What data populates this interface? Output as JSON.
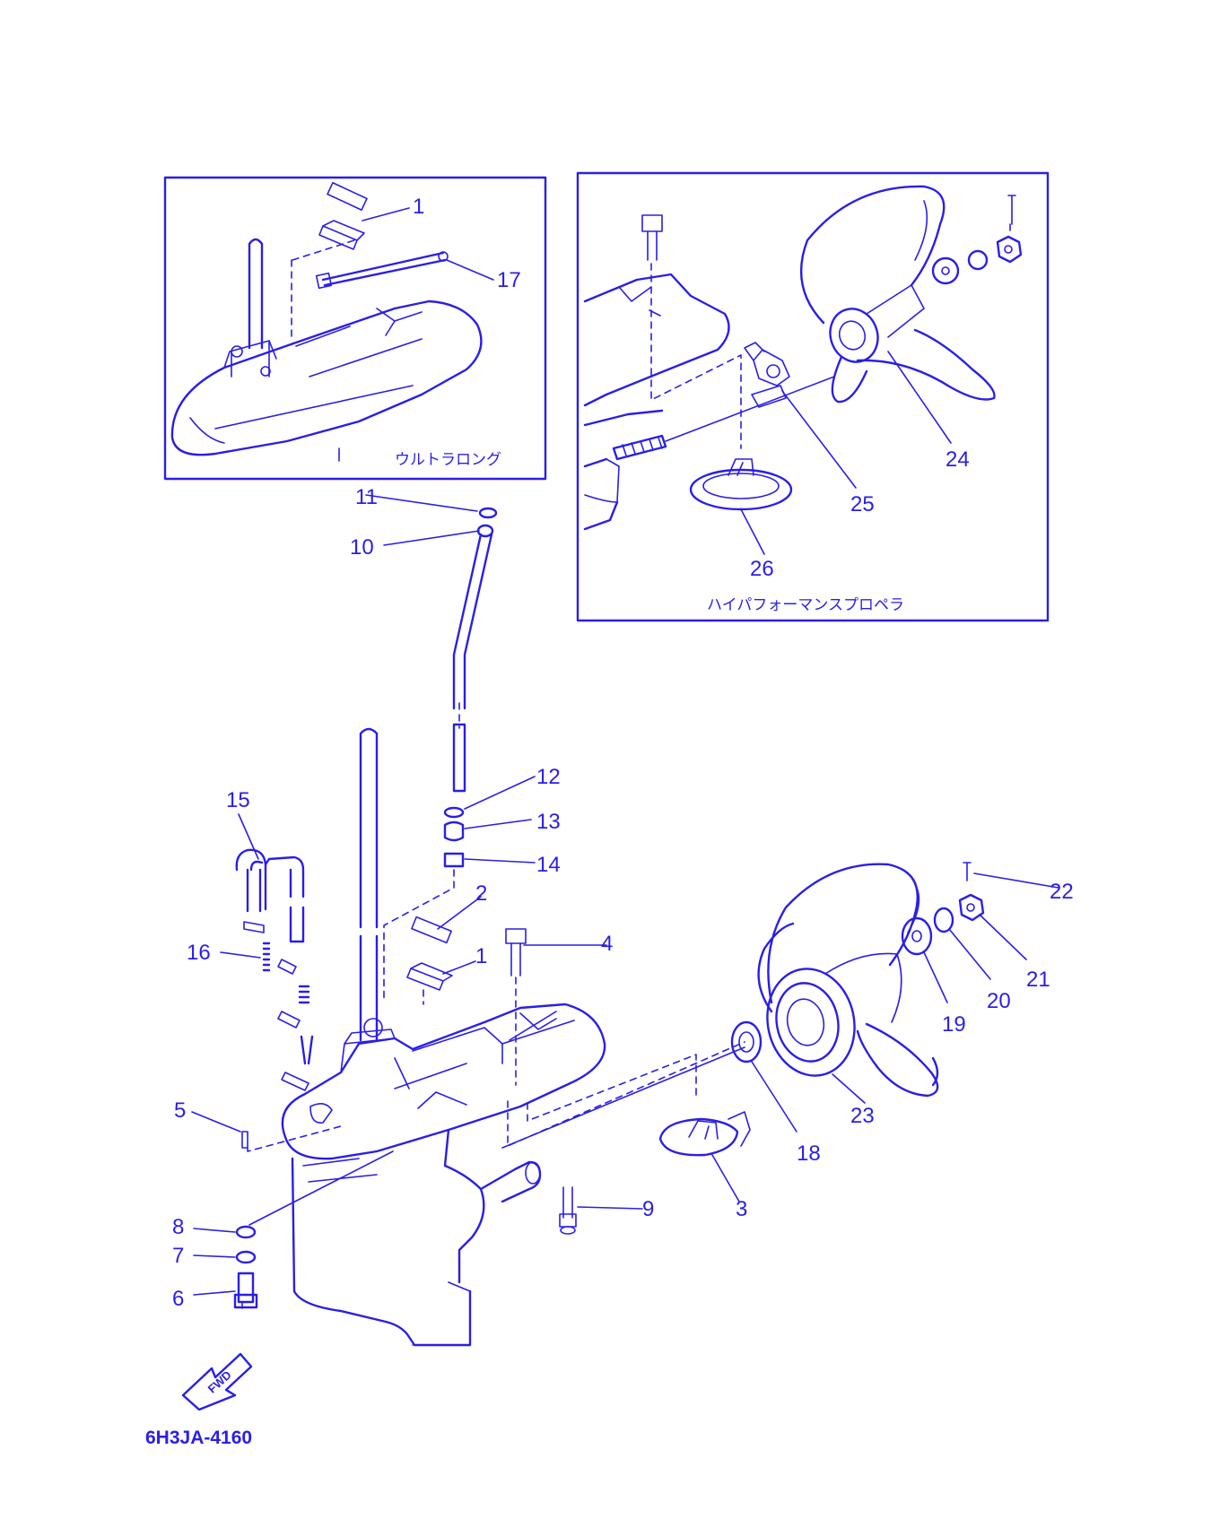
{
  "diagram": {
    "drawing_code": "6H3JA-4160",
    "fwd_arrow": "FWD",
    "colors": {
      "ink": "#2a1ee8",
      "paper": "#ffffff"
    },
    "insets": [
      {
        "id": "ultra_long",
        "caption": "ウルトラロング"
      },
      {
        "id": "high_performance_propeller",
        "caption": "ハイパフォーマンスプロペラ"
      }
    ],
    "callouts": {
      "inset1": [
        "1",
        "17"
      ],
      "inset2": [
        "24",
        "25",
        "26"
      ],
      "main": [
        "11",
        "10",
        "12",
        "13",
        "14",
        "15",
        "2",
        "1",
        "4",
        "16",
        "22",
        "21",
        "20",
        "19",
        "5",
        "18",
        "23",
        "8",
        "7",
        "6",
        "9",
        "3"
      ]
    }
  }
}
